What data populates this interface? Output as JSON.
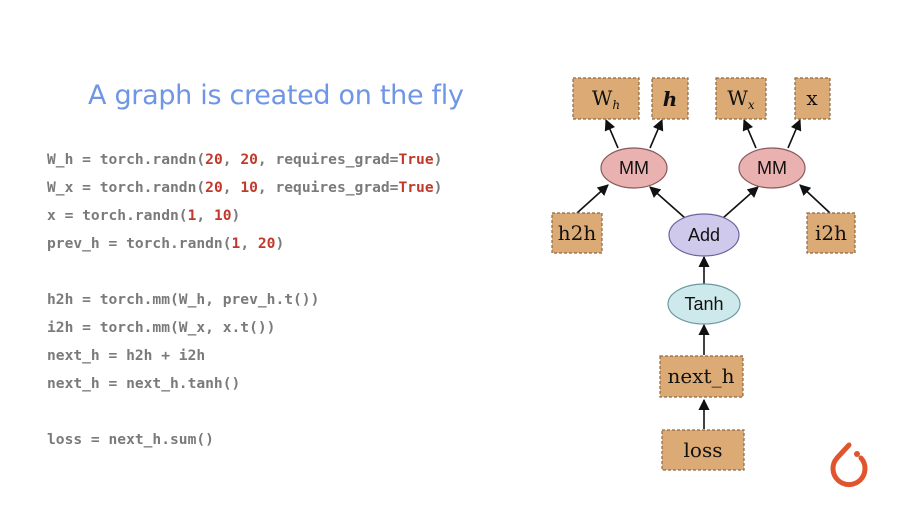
{
  "slide": {
    "title": "A graph is created on the fly"
  },
  "code": [
    [
      {
        "t": "W_h = torch.randn("
      },
      {
        "t": "20",
        "c": "num"
      },
      {
        "t": ", "
      },
      {
        "t": "20",
        "c": "num"
      },
      {
        "t": ", requires_grad="
      },
      {
        "t": "True",
        "c": "kw"
      },
      {
        "t": ")"
      }
    ],
    [
      {
        "t": "W_x = torch.randn("
      },
      {
        "t": "20",
        "c": "num"
      },
      {
        "t": ", "
      },
      {
        "t": "10",
        "c": "num"
      },
      {
        "t": ", requires_grad="
      },
      {
        "t": "True",
        "c": "kw"
      },
      {
        "t": ")"
      }
    ],
    [
      {
        "t": "x = torch.randn("
      },
      {
        "t": "1",
        "c": "num"
      },
      {
        "t": ", "
      },
      {
        "t": "10",
        "c": "num"
      },
      {
        "t": ")"
      }
    ],
    [
      {
        "t": "prev_h = torch.randn("
      },
      {
        "t": "1",
        "c": "num"
      },
      {
        "t": ", "
      },
      {
        "t": "20",
        "c": "num"
      },
      {
        "t": ")"
      }
    ],
    [],
    [
      {
        "t": "h2h = torch.mm(W_h, prev_h.t())"
      }
    ],
    [
      {
        "t": "i2h = torch.mm(W_x, x.t())"
      }
    ],
    [
      {
        "t": "next_h = h2h + i2h"
      }
    ],
    [
      {
        "t": "next_h = next_h.tanh()"
      }
    ],
    [],
    [
      {
        "t": "loss = next_h.sum()"
      }
    ]
  ],
  "graph": {
    "nodes": {
      "wh": {
        "label": "W",
        "sub": "h"
      },
      "h": {
        "label": "h"
      },
      "wx": {
        "label": "W",
        "sub": "x"
      },
      "x": {
        "label": "x"
      },
      "mm1": {
        "label": "MM"
      },
      "mm2": {
        "label": "MM"
      },
      "h2h": {
        "label": "h2h"
      },
      "add": {
        "label": "Add"
      },
      "i2h": {
        "label": "i2h"
      },
      "tanh": {
        "label": "Tanh"
      },
      "next_h": {
        "label": "next_h"
      },
      "loss": {
        "label": "loss"
      }
    },
    "colors": {
      "variable_fill": "#dcaa74",
      "mm_fill": "#eab1b1",
      "add_fill": "#cfc9ec",
      "tanh_fill": "#cde9ec",
      "title_color": "#6f95e6",
      "code_color": "#7a7a7a",
      "literal_color": "#c0392b",
      "logo_color": "#e0552e"
    }
  },
  "logo": {
    "icon": "pytorch-logo-icon"
  }
}
